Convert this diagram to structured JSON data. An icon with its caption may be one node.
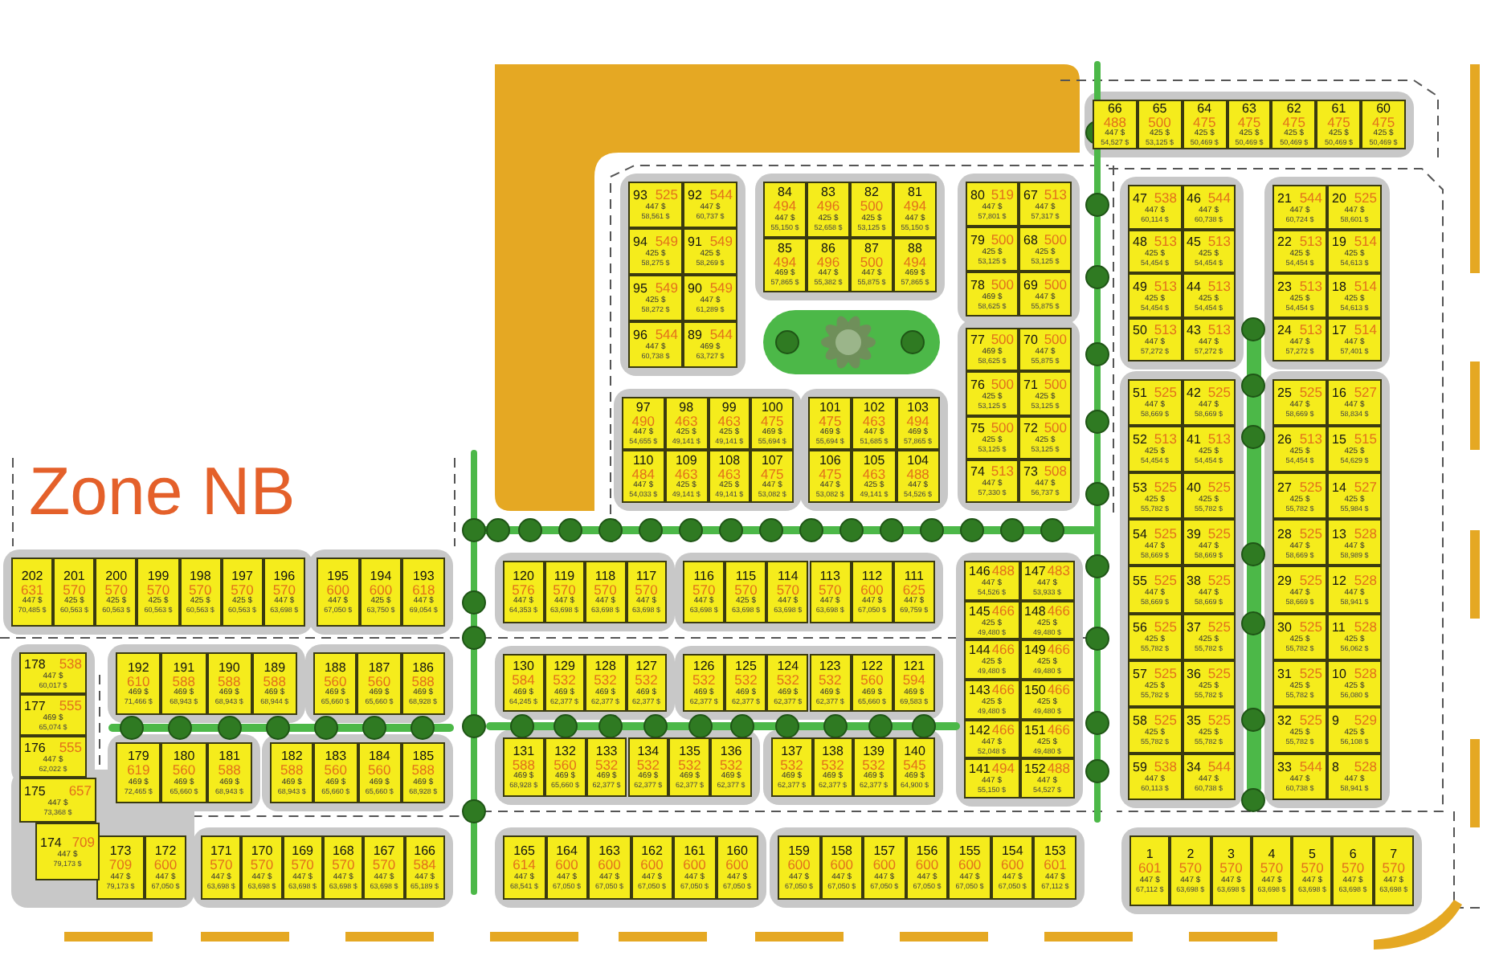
{
  "diagram": {
    "title": "Zone NB",
    "nodes": [
      {
        "text": [
          "1",
          "601",
          "447 $",
          "67,112 $"
        ]
      },
      {
        "text": [
          "2",
          "570",
          "447 $",
          "63,698 $"
        ]
      },
      {
        "text": [
          "3",
          "570",
          "447 $",
          "63,698 $"
        ]
      },
      {
        "text": [
          "4",
          "570",
          "447 $",
          "63,698 $"
        ]
      },
      {
        "text": [
          "5",
          "570",
          "447 $",
          "63,698 $"
        ]
      },
      {
        "text": [
          "6",
          "570",
          "447 $",
          "63,698 $"
        ]
      },
      {
        "text": [
          "7",
          "570",
          "447 $",
          "63,698 $"
        ]
      },
      {
        "text": [
          "8",
          "528",
          "447 $",
          "58,941 $"
        ]
      },
      {
        "text": [
          "9",
          "529",
          "425 $",
          "56,108 $"
        ]
      },
      {
        "text": [
          "10",
          "528",
          "425 $",
          "56,080 $"
        ]
      },
      {
        "text": [
          "11",
          "528",
          "425 $",
          "56,062 $"
        ]
      },
      {
        "text": [
          "12",
          "528",
          "447 $",
          "58,941 $"
        ]
      },
      {
        "text": [
          "13",
          "528",
          "447 $",
          "58,989 $"
        ]
      },
      {
        "text": [
          "14",
          "527",
          "425 $",
          "55,984 $"
        ]
      },
      {
        "text": [
          "15",
          "515",
          "425 $",
          "54,629 $"
        ]
      },
      {
        "text": [
          "16",
          "527",
          "447 $",
          "58,834 $"
        ]
      },
      {
        "text": [
          "17",
          "514",
          "447 $",
          "57,401 $"
        ]
      },
      {
        "text": [
          "18",
          "514",
          "425 $",
          "54,613 $"
        ]
      },
      {
        "text": [
          "19",
          "514",
          "425 $",
          "54,613 $"
        ]
      },
      {
        "text": [
          "20",
          "525",
          "447 $",
          "58,601 $"
        ]
      },
      {
        "text": [
          "21",
          "544",
          "447 $",
          "60,724 $"
        ]
      },
      {
        "text": [
          "22",
          "513",
          "425 $",
          "54,454 $"
        ]
      },
      {
        "text": [
          "23",
          "513",
          "425 $",
          "54,454 $"
        ]
      },
      {
        "text": [
          "24",
          "513",
          "447 $",
          "57,272 $"
        ]
      },
      {
        "text": [
          "25",
          "525",
          "447 $",
          "58,669 $"
        ]
      },
      {
        "text": [
          "26",
          "513",
          "425 $",
          "54,454 $"
        ]
      },
      {
        "text": [
          "27",
          "525",
          "425 $",
          "55,782 $"
        ]
      },
      {
        "text": [
          "28",
          "525",
          "447 $",
          "58,669 $"
        ]
      },
      {
        "text": [
          "29",
          "525",
          "447 $",
          "58,669 $"
        ]
      },
      {
        "text": [
          "30",
          "525",
          "425 $",
          "55,782 $"
        ]
      },
      {
        "text": [
          "31",
          "525",
          "425 $",
          "55,782 $"
        ]
      },
      {
        "text": [
          "32",
          "525",
          "425 $",
          "55,782 $"
        ]
      },
      {
        "text": [
          "33",
          "544",
          "447 $",
          "60,738 $"
        ]
      },
      {
        "text": [
          "34",
          "544",
          "447 $",
          "60,738 $"
        ]
      },
      {
        "text": [
          "35",
          "525",
          "425 $",
          "55,782 $"
        ]
      },
      {
        "text": [
          "36",
          "525",
          "425 $",
          "55,782 $"
        ]
      },
      {
        "text": [
          "37",
          "525",
          "425 $",
          "55,782 $"
        ]
      },
      {
        "text": [
          "38",
          "525",
          "447 $",
          "58,669 $"
        ]
      },
      {
        "text": [
          "39",
          "525",
          "447 $",
          "58,669 $"
        ]
      },
      {
        "text": [
          "40",
          "525",
          "425 $",
          "55,782 $"
        ]
      },
      {
        "text": [
          "41",
          "513",
          "425 $",
          "54,454 $"
        ]
      },
      {
        "text": [
          "42",
          "525",
          "447 $",
          "58,669 $"
        ]
      },
      {
        "text": [
          "43",
          "513",
          "447 $",
          "57,272 $"
        ]
      },
      {
        "text": [
          "44",
          "513",
          "425 $",
          "54,454 $"
        ]
      },
      {
        "text": [
          "45",
          "513",
          "425 $",
          "54,454 $"
        ]
      },
      {
        "text": [
          "46",
          "544",
          "447 $",
          "60,738 $"
        ]
      },
      {
        "text": [
          "47",
          "538",
          "447 $",
          "60,114 $"
        ]
      },
      {
        "text": [
          "48",
          "513",
          "425 $",
          "54,454 $"
        ]
      },
      {
        "text": [
          "49",
          "513",
          "425 $",
          "54,454 $"
        ]
      },
      {
        "text": [
          "50",
          "513",
          "447 $",
          "57,272 $"
        ]
      },
      {
        "text": [
          "51",
          "525",
          "447 $",
          "58,669 $"
        ]
      },
      {
        "text": [
          "52",
          "513",
          "425 $",
          "54,454 $"
        ]
      },
      {
        "text": [
          "53",
          "525",
          "425 $",
          "55,782 $"
        ]
      },
      {
        "text": [
          "54",
          "525",
          "447 $",
          "58,669 $"
        ]
      },
      {
        "text": [
          "55",
          "525",
          "447 $",
          "58,669 $"
        ]
      },
      {
        "text": [
          "56",
          "525",
          "425 $",
          "55,782 $"
        ]
      },
      {
        "text": [
          "57",
          "525",
          "425 $",
          "55,782 $"
        ]
      },
      {
        "text": [
          "58",
          "525",
          "425 $",
          "55,782 $"
        ]
      },
      {
        "text": [
          "59",
          "538",
          "447 $",
          "60,113 $"
        ]
      },
      {
        "text": [
          "60",
          "475",
          "425 $",
          "50,469 $"
        ]
      },
      {
        "text": [
          "61",
          "475",
          "425 $",
          "50,469 $"
        ]
      },
      {
        "text": [
          "62",
          "475",
          "425 $",
          "50,469 $"
        ]
      },
      {
        "text": [
          "63",
          "475",
          "425 $",
          "50,469 $"
        ]
      },
      {
        "text": [
          "64",
          "475",
          "425 $",
          "50,469 $"
        ]
      },
      {
        "text": [
          "65",
          "500",
          "425 $",
          "53,125 $"
        ]
      },
      {
        "text": [
          "66",
          "488",
          "447 $",
          "54,527 $"
        ]
      },
      {
        "text": [
          "67",
          "513",
          "447 $",
          "57,317 $"
        ]
      },
      {
        "text": [
          "68",
          "500",
          "425 $",
          "53,125 $"
        ]
      },
      {
        "text": [
          "69",
          "500",
          "447 $",
          "55,875 $"
        ]
      },
      {
        "text": [
          "70",
          "500",
          "447 $",
          "55,875 $"
        ]
      },
      {
        "text": [
          "71",
          "500",
          "425 $",
          "53,125 $"
        ]
      },
      {
        "text": [
          "72",
          "500",
          "425 $",
          "53,125 $"
        ]
      },
      {
        "text": [
          "73",
          "508",
          "447 $",
          "56,737 $"
        ]
      },
      {
        "text": [
          "74",
          "513",
          "447 $",
          "57,330 $"
        ]
      },
      {
        "text": [
          "75",
          "500",
          "425 $",
          "53,125 $"
        ]
      },
      {
        "text": [
          "76",
          "500",
          "425 $",
          "53,125 $"
        ]
      },
      {
        "text": [
          "77",
          "500",
          "469 $",
          "58,625 $"
        ]
      },
      {
        "text": [
          "78",
          "500",
          "469 $",
          "58,625 $"
        ]
      },
      {
        "text": [
          "79",
          "500",
          "425 $",
          "53,125 $"
        ]
      },
      {
        "text": [
          "80",
          "519",
          "447 $",
          "57,801 $"
        ]
      },
      {
        "text": [
          "81",
          "494",
          "447 $",
          "55,150 $"
        ]
      },
      {
        "text": [
          "82",
          "500",
          "425 $",
          "53,125 $"
        ]
      },
      {
        "text": [
          "83",
          "496",
          "425 $",
          "52,658 $"
        ]
      },
      {
        "text": [
          "84",
          "494",
          "447 $",
          "55,150 $"
        ]
      },
      {
        "text": [
          "85",
          "494",
          "469 $",
          "57,865 $"
        ]
      },
      {
        "text": [
          "86",
          "496",
          "447 $",
          "55,382 $"
        ]
      },
      {
        "text": [
          "87",
          "500",
          "447 $",
          "55,875 $"
        ]
      },
      {
        "text": [
          "88",
          "494",
          "469 $",
          "57,865 $"
        ]
      },
      {
        "text": [
          "89",
          "544",
          "469 $",
          "63,727 $"
        ]
      },
      {
        "text": [
          "90",
          "549",
          "447 $",
          "61,289 $"
        ]
      },
      {
        "text": [
          "91",
          "549",
          "425 $",
          "58,269 $"
        ]
      },
      {
        "text": [
          "92",
          "544",
          "447 $",
          "60,737 $"
        ]
      },
      {
        "text": [
          "93",
          "525",
          "447 $",
          "58,561 $"
        ]
      },
      {
        "text": [
          "94",
          "549",
          "425 $",
          "58,275 $"
        ]
      },
      {
        "text": [
          "95",
          "549",
          "425 $",
          "58,272 $"
        ]
      },
      {
        "text": [
          "96",
          "544",
          "447 $",
          "60,738 $"
        ]
      },
      {
        "text": [
          "97",
          "490",
          "447 $",
          "54,655 $"
        ]
      },
      {
        "text": [
          "98",
          "463",
          "425 $",
          "49,141 $"
        ]
      },
      {
        "text": [
          "99",
          "463",
          "425 $",
          "49,141 $"
        ]
      },
      {
        "text": [
          "100",
          "475",
          "469 $",
          "55,694 $"
        ]
      },
      {
        "text": [
          "101",
          "475",
          "469 $",
          "55,694 $"
        ]
      },
      {
        "text": [
          "102",
          "463",
          "447 $",
          "51,685 $"
        ]
      },
      {
        "text": [
          "103",
          "494",
          "469 $",
          "57,865 $"
        ]
      },
      {
        "text": [
          "104",
          "488",
          "447 $",
          "54,526 $"
        ]
      },
      {
        "text": [
          "105",
          "463",
          "425 $",
          "49,141 $"
        ]
      },
      {
        "text": [
          "106",
          "475",
          "447 $",
          "53,082 $"
        ]
      },
      {
        "text": [
          "107",
          "475",
          "447 $",
          "53,082 $"
        ]
      },
      {
        "text": [
          "108",
          "463",
          "425 $",
          "49,141 $"
        ]
      },
      {
        "text": [
          "109",
          "463",
          "425 $",
          "49,141 $"
        ]
      },
      {
        "text": [
          "110",
          "484",
          "447 $",
          "54,033 $"
        ]
      },
      {
        "text": [
          "111",
          "625",
          "447 $",
          "69,759 $"
        ]
      },
      {
        "text": [
          "112",
          "600",
          "447 $",
          "67,050 $"
        ]
      },
      {
        "text": [
          "113",
          "570",
          "447 $",
          "63,698 $"
        ]
      },
      {
        "text": [
          "114",
          "570",
          "447 $",
          "63,698 $"
        ]
      },
      {
        "text": [
          "115",
          "570",
          "425 $",
          "63,698 $"
        ]
      },
      {
        "text": [
          "116",
          "570",
          "447 $",
          "63,698 $"
        ]
      },
      {
        "text": [
          "117",
          "570",
          "447 $",
          "63,698 $"
        ]
      },
      {
        "text": [
          "118",
          "570",
          "447 $",
          "63,698 $"
        ]
      },
      {
        "text": [
          "119",
          "570",
          "447 $",
          "63,698 $"
        ]
      },
      {
        "text": [
          "120",
          "576",
          "447 $",
          "64,353 $"
        ]
      },
      {
        "text": [
          "121",
          "594",
          "469 $",
          "69,583 $"
        ]
      },
      {
        "text": [
          "122",
          "560",
          "469 $",
          "65,660 $"
        ]
      },
      {
        "text": [
          "123",
          "532",
          "469 $",
          "62,377 $"
        ]
      },
      {
        "text": [
          "124",
          "532",
          "469 $",
          "62,377 $"
        ]
      },
      {
        "text": [
          "125",
          "532",
          "469 $",
          "62,377 $"
        ]
      },
      {
        "text": [
          "126",
          "532",
          "469 $",
          "62,377 $"
        ]
      },
      {
        "text": [
          "127",
          "532",
          "469 $",
          "62,377 $"
        ]
      },
      {
        "text": [
          "128",
          "532",
          "469 $",
          "62,377 $"
        ]
      },
      {
        "text": [
          "129",
          "532",
          "469 $",
          "62,377 $"
        ]
      },
      {
        "text": [
          "130",
          "584",
          "469 $",
          "64,245 $"
        ]
      },
      {
        "text": [
          "131",
          "588",
          "469 $",
          "68,928 $"
        ]
      },
      {
        "text": [
          "132",
          "560",
          "469 $",
          "65,660 $"
        ]
      },
      {
        "text": [
          "133",
          "532",
          "469 $",
          "62,377 $"
        ]
      },
      {
        "text": [
          "134",
          "532",
          "469 $",
          "62,377 $"
        ]
      },
      {
        "text": [
          "135",
          "532",
          "469 $",
          "62,377 $"
        ]
      },
      {
        "text": [
          "136",
          "532",
          "469 $",
          "62,377 $"
        ]
      },
      {
        "text": [
          "137",
          "532",
          "469 $",
          "62,377 $"
        ]
      },
      {
        "text": [
          "138",
          "532",
          "469 $",
          "62,377 $"
        ]
      },
      {
        "text": [
          "139",
          "532",
          "469 $",
          "62,377 $"
        ]
      },
      {
        "text": [
          "140",
          "545",
          "469 $",
          "64,900 $"
        ]
      },
      {
        "text": [
          "141",
          "494",
          "447 $",
          "55,150 $"
        ]
      },
      {
        "text": [
          "142",
          "466",
          "447 $",
          "52,048 $"
        ]
      },
      {
        "text": [
          "143",
          "466",
          "425 $",
          "49,480 $"
        ]
      },
      {
        "text": [
          "144",
          "466",
          "425 $",
          "49,480 $"
        ]
      },
      {
        "text": [
          "145",
          "466",
          "425 $",
          "49,480 $"
        ]
      },
      {
        "text": [
          "146",
          "488",
          "447 $",
          "54,526 $"
        ]
      },
      {
        "text": [
          "147",
          "483",
          "447 $",
          "53,933 $"
        ]
      },
      {
        "text": [
          "148",
          "466",
          "425 $",
          "49,480 $"
        ]
      },
      {
        "text": [
          "149",
          "466",
          "425 $",
          "49,480 $"
        ]
      },
      {
        "text": [
          "150",
          "466",
          "425 $",
          "49,480 $"
        ]
      },
      {
        "text": [
          "151",
          "466",
          "425 $",
          "49,480 $"
        ]
      },
      {
        "text": [
          "152",
          "488",
          "447 $",
          "54,527 $"
        ]
      },
      {
        "text": [
          "153",
          "601",
          "447 $",
          "67,112 $"
        ]
      },
      {
        "text": [
          "154",
          "600",
          "447 $",
          "67,050 $"
        ]
      },
      {
        "text": [
          "155",
          "600",
          "447 $",
          "67,050 $"
        ]
      },
      {
        "text": [
          "156",
          "600",
          "447 $",
          "67,050 $"
        ]
      },
      {
        "text": [
          "157",
          "600",
          "447 $",
          "67,050 $"
        ]
      },
      {
        "text": [
          "158",
          "600",
          "447 $",
          "67,050 $"
        ]
      },
      {
        "text": [
          "159",
          "600",
          "447 $",
          "67,050 $"
        ]
      },
      {
        "text": [
          "160",
          "600",
          "447 $",
          "67,050 $"
        ]
      },
      {
        "text": [
          "161",
          "600",
          "447 $",
          "67,050 $"
        ]
      },
      {
        "text": [
          "162",
          "600",
          "447 $",
          "67,050 $"
        ]
      },
      {
        "text": [
          "163",
          "600",
          "447 $",
          "67,050 $"
        ]
      },
      {
        "text": [
          "164",
          "600",
          "447 $",
          "67,050 $"
        ]
      },
      {
        "text": [
          "165",
          "614",
          "447 $",
          "68,541 $"
        ]
      },
      {
        "text": [
          "166",
          "584",
          "447 $",
          "65,189 $"
        ]
      },
      {
        "text": [
          "167",
          "570",
          "447 $",
          "63,698 $"
        ]
      },
      {
        "text": [
          "168",
          "570",
          "447 $",
          "63,698 $"
        ]
      },
      {
        "text": [
          "169",
          "570",
          "447 $",
          "63,698 $"
        ]
      },
      {
        "text": [
          "170",
          "570",
          "447 $",
          "63,698 $"
        ]
      },
      {
        "text": [
          "171",
          "570",
          "447 $",
          "63,698 $"
        ]
      },
      {
        "text": [
          "172",
          "600",
          "447 $",
          "67,050 $"
        ]
      },
      {
        "text": [
          "173",
          "709",
          "447 $",
          "79,173 $"
        ]
      },
      {
        "text": [
          "174",
          "709",
          "447 $",
          "79,173 $"
        ]
      },
      {
        "text": [
          "175",
          "657",
          "447 $",
          "73,368 $"
        ]
      },
      {
        "text": [
          "176",
          "555",
          "447 $",
          "62,022 $"
        ]
      },
      {
        "text": [
          "177",
          "555",
          "469 $",
          "65,074 $"
        ]
      },
      {
        "text": [
          "178",
          "538",
          "447 $",
          "60,017 $"
        ]
      },
      {
        "text": [
          "179",
          "619",
          "469 $",
          "72,465 $"
        ]
      },
      {
        "text": [
          "180",
          "560",
          "469 $",
          "65,660 $"
        ]
      },
      {
        "text": [
          "181",
          "588",
          "469 $",
          "68,943 $"
        ]
      },
      {
        "text": [
          "182",
          "588",
          "469 $",
          "68,943 $"
        ]
      },
      {
        "text": [
          "183",
          "560",
          "469 $",
          "65,660 $"
        ]
      },
      {
        "text": [
          "184",
          "560",
          "469 $",
          "65,660 $"
        ]
      },
      {
        "text": [
          "185",
          "588",
          "469 $",
          "68,928 $"
        ]
      },
      {
        "text": [
          "186",
          "588",
          "469 $",
          "68,928 $"
        ]
      },
      {
        "text": [
          "187",
          "560",
          "469 $",
          "65,660 $"
        ]
      },
      {
        "text": [
          "188",
          "560",
          "469 $",
          "65,660 $"
        ]
      },
      {
        "text": [
          "189",
          "588",
          "469 $",
          "68,944 $"
        ]
      },
      {
        "text": [
          "190",
          "588",
          "469 $",
          "68,943 $"
        ]
      },
      {
        "text": [
          "191",
          "588",
          "469 $",
          "68,943 $"
        ]
      },
      {
        "text": [
          "192",
          "610",
          "469 $",
          "71,466 $"
        ]
      },
      {
        "text": [
          "193",
          "618",
          "447 $",
          "69,054 $"
        ]
      },
      {
        "text": [
          "194",
          "600",
          "425 $",
          "63,750 $"
        ]
      },
      {
        "text": [
          "195",
          "600",
          "447 $",
          "67,050 $"
        ]
      },
      {
        "text": [
          "196",
          "570",
          "447 $",
          "63,698 $"
        ]
      },
      {
        "text": [
          "197",
          "570",
          "425 $",
          "60,563 $"
        ]
      },
      {
        "text": [
          "198",
          "570",
          "425 $",
          "60,563 $"
        ]
      },
      {
        "text": [
          "199",
          "570",
          "425 $",
          "60,563 $"
        ]
      },
      {
        "text": [
          "200",
          "570",
          "425 $",
          "60,563 $"
        ]
      },
      {
        "text": [
          "201",
          "570",
          "425 $",
          "60,563 $"
        ]
      },
      {
        "text": [
          "202",
          "631",
          "447 $",
          "70,485 $"
        ]
      }
    ]
  }
}
